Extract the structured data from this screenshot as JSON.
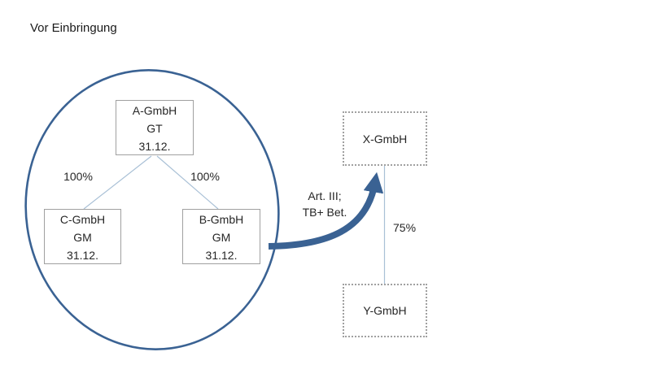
{
  "title": "Vor Einbringung",
  "colors": {
    "accent": "#3a6293",
    "box-border": "#a0a0a0",
    "connector": "#a9c0d6",
    "text": "#262626"
  },
  "boxes": {
    "a": {
      "line1": "A-GmbH",
      "line2": "GT",
      "line3": "31.12."
    },
    "c": {
      "line1": "C-GmbH",
      "line2": "GM",
      "line3": "31.12."
    },
    "b": {
      "line1": "B-GmbH",
      "line2": "GM",
      "line3": "31.12."
    },
    "x": {
      "label": "X-GmbH"
    },
    "y": {
      "label": "Y-GmbH"
    }
  },
  "labels": {
    "share_a_c": "100%",
    "share_a_b": "100%",
    "share_x_y": "75%",
    "arrow_line1": "Art. III;",
    "arrow_line2": "TB+ Bet."
  }
}
